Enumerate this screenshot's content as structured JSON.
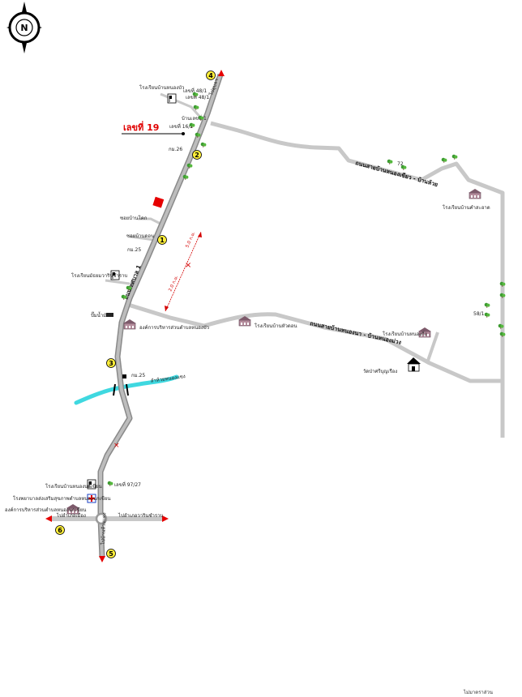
{
  "compass": {
    "letter": "N"
  },
  "plot": {
    "label": "เลขที่ 19"
  },
  "roads": {
    "main": "ถนนเทศบาล 1",
    "east_upper": "ถนนสายบ้านหนองเขียว - บ้านห้วย",
    "east_lower": "ถนนสายบ้านหนองนา - บ้านหนองม่วง",
    "river": "ลำห้วยหนองแซง"
  },
  "labels": {
    "school_north": "โรงเรียนบ้านหนองบัว",
    "house_a": "เลขที่ 48/1",
    "house_b": "เลขที่ 48/1",
    "house_c": "เลขที่ 16/2",
    "house_d": "บ้านเลขที่ 1",
    "km_a": "กม.26",
    "km_b": "กม.25",
    "km_c": "กม.25",
    "side_a": "ซอยบ้านโคก",
    "side_b": "ซอยบ้านดอน",
    "school_west": "โรงเรียนมัธยมวารินชำราบ",
    "shop": "ปั๊มน้ำมัน",
    "tambon_office": "องค์การบริหารส่วนตำบลหนองบัว",
    "school_mid": "โรงเรียนบ้านหัวดอน",
    "school_east_a": "โรงเรียนบ้านหนองกิ่ง",
    "temple": "วัดป่าศรีบุญเรือง",
    "school_far_east": "โรงเรียนบ้านคำสะอาด",
    "east_km": "72",
    "east_side": "58/1",
    "school_south": "โรงเรียนบ้านหนองนกเขียน",
    "hospital": "โรงพยาบาลส่งเสริมสุขภาพตำบลหนองนกเขียน",
    "tambon_south": "องค์การบริหารส่วนตำบลหนองนกเขียน",
    "house_south": "เลขที่ 97/27",
    "west_end": "ไปอำเภอเมือง",
    "east_end": "ไปอำเภอวารินชำราบ",
    "south_end": "ไปบ้านห้วยแดง",
    "north_end": "ไปอุบลฯ"
  },
  "distances": {
    "east": "5.0 ก.ม.",
    "west": "2.0 ก.ม."
  },
  "markers": [
    "1",
    "2",
    "3",
    "4",
    "5",
    "6"
  ],
  "scale": {
    "text": "ไม่มาตราส่วน"
  },
  "colors": {
    "road": "#c8c8c8",
    "main_road": "#7a7a7a",
    "river": "#3fd8e0",
    "plot": "#e60000",
    "marker": "#ffef3a"
  }
}
